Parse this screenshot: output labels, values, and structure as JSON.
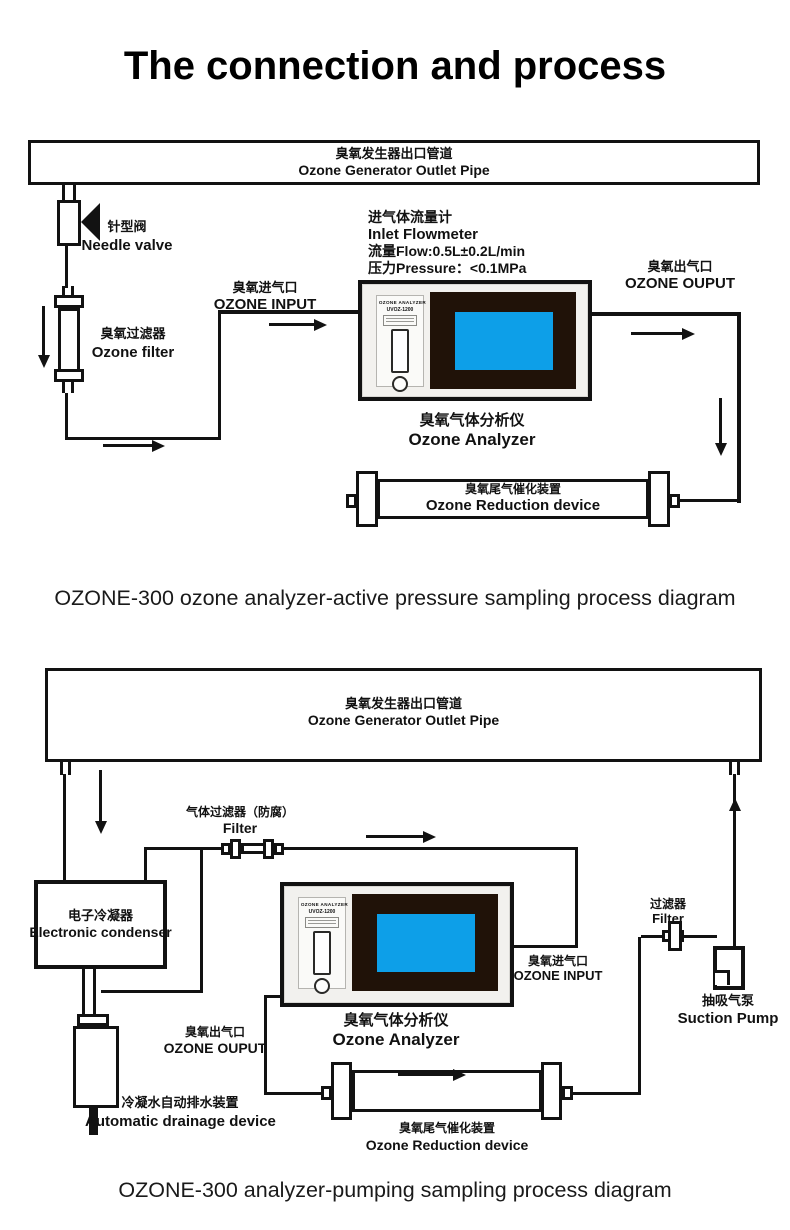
{
  "page": {
    "title": "The connection and process"
  },
  "colors": {
    "line": "#121212",
    "screen_dark": "#201208",
    "screen_blue": "#0d9fe8",
    "device_face": "#f2f1ee"
  },
  "diagram1": {
    "caption": "OZONE-300 ozone analyzer-active  pressure sampling process diagram",
    "pipe": {
      "zh": "臭氧发生器出口管道",
      "en": "Ozone Generator Outlet Pipe"
    },
    "needle_valve": {
      "zh": "针型阀",
      "en": "Needle valve"
    },
    "ozone_filter": {
      "zh": "臭氧过滤器",
      "en": "Ozone filter"
    },
    "flowmeter": {
      "line1": "进气体流量计",
      "line2": "Inlet Flowmeter",
      "line3": "流量Flow:0.5L±0.2L/min",
      "line4": "压力Pressure：<0.1MPa"
    },
    "ozone_input": {
      "zh": "臭氧进气口",
      "en": "OZONE INPUT"
    },
    "ozone_output": {
      "zh": "臭氧出气口",
      "en": "OZONE OUPUT"
    },
    "analyzer": {
      "brand": "OZONE ANALYZER",
      "model": "UVOZ-1200",
      "zh": "臭氧气体分析仪",
      "en": "Ozone Analyzer"
    },
    "reduction": {
      "zh": "臭氧尾气催化装置",
      "en": "Ozone Reduction device"
    }
  },
  "diagram2": {
    "caption": "OZONE-300 analyzer-pumping sampling process diagram",
    "pipe": {
      "zh": "臭氧发生器出口管道",
      "en": "Ozone Generator Outlet Pipe"
    },
    "gas_filter": {
      "zh": "气体过滤器（防腐）",
      "en": "Filter"
    },
    "condenser": {
      "zh": "电子冷凝器",
      "en": "Electronic condenser"
    },
    "analyzer": {
      "brand": "OZONE ANALYZER",
      "model": "UVOZ-1200",
      "zh": "臭氧气体分析仪",
      "en": "Ozone Analyzer"
    },
    "ozone_input": {
      "zh": "臭氧进气口",
      "en": "OZONE INPUT"
    },
    "ozone_output": {
      "zh": "臭氧出气口",
      "en": "OZONE OUPUT"
    },
    "drainage": {
      "zh": "冷凝水自动排水装置",
      "en": "Automatic drainage device"
    },
    "reduction": {
      "zh": "臭氧尾气催化装置",
      "en": "Ozone Reduction device"
    },
    "inline_filter": {
      "zh": "过滤器",
      "en": "Filter"
    },
    "pump": {
      "zh": "抽吸气泵",
      "en": "Suction Pump"
    }
  }
}
